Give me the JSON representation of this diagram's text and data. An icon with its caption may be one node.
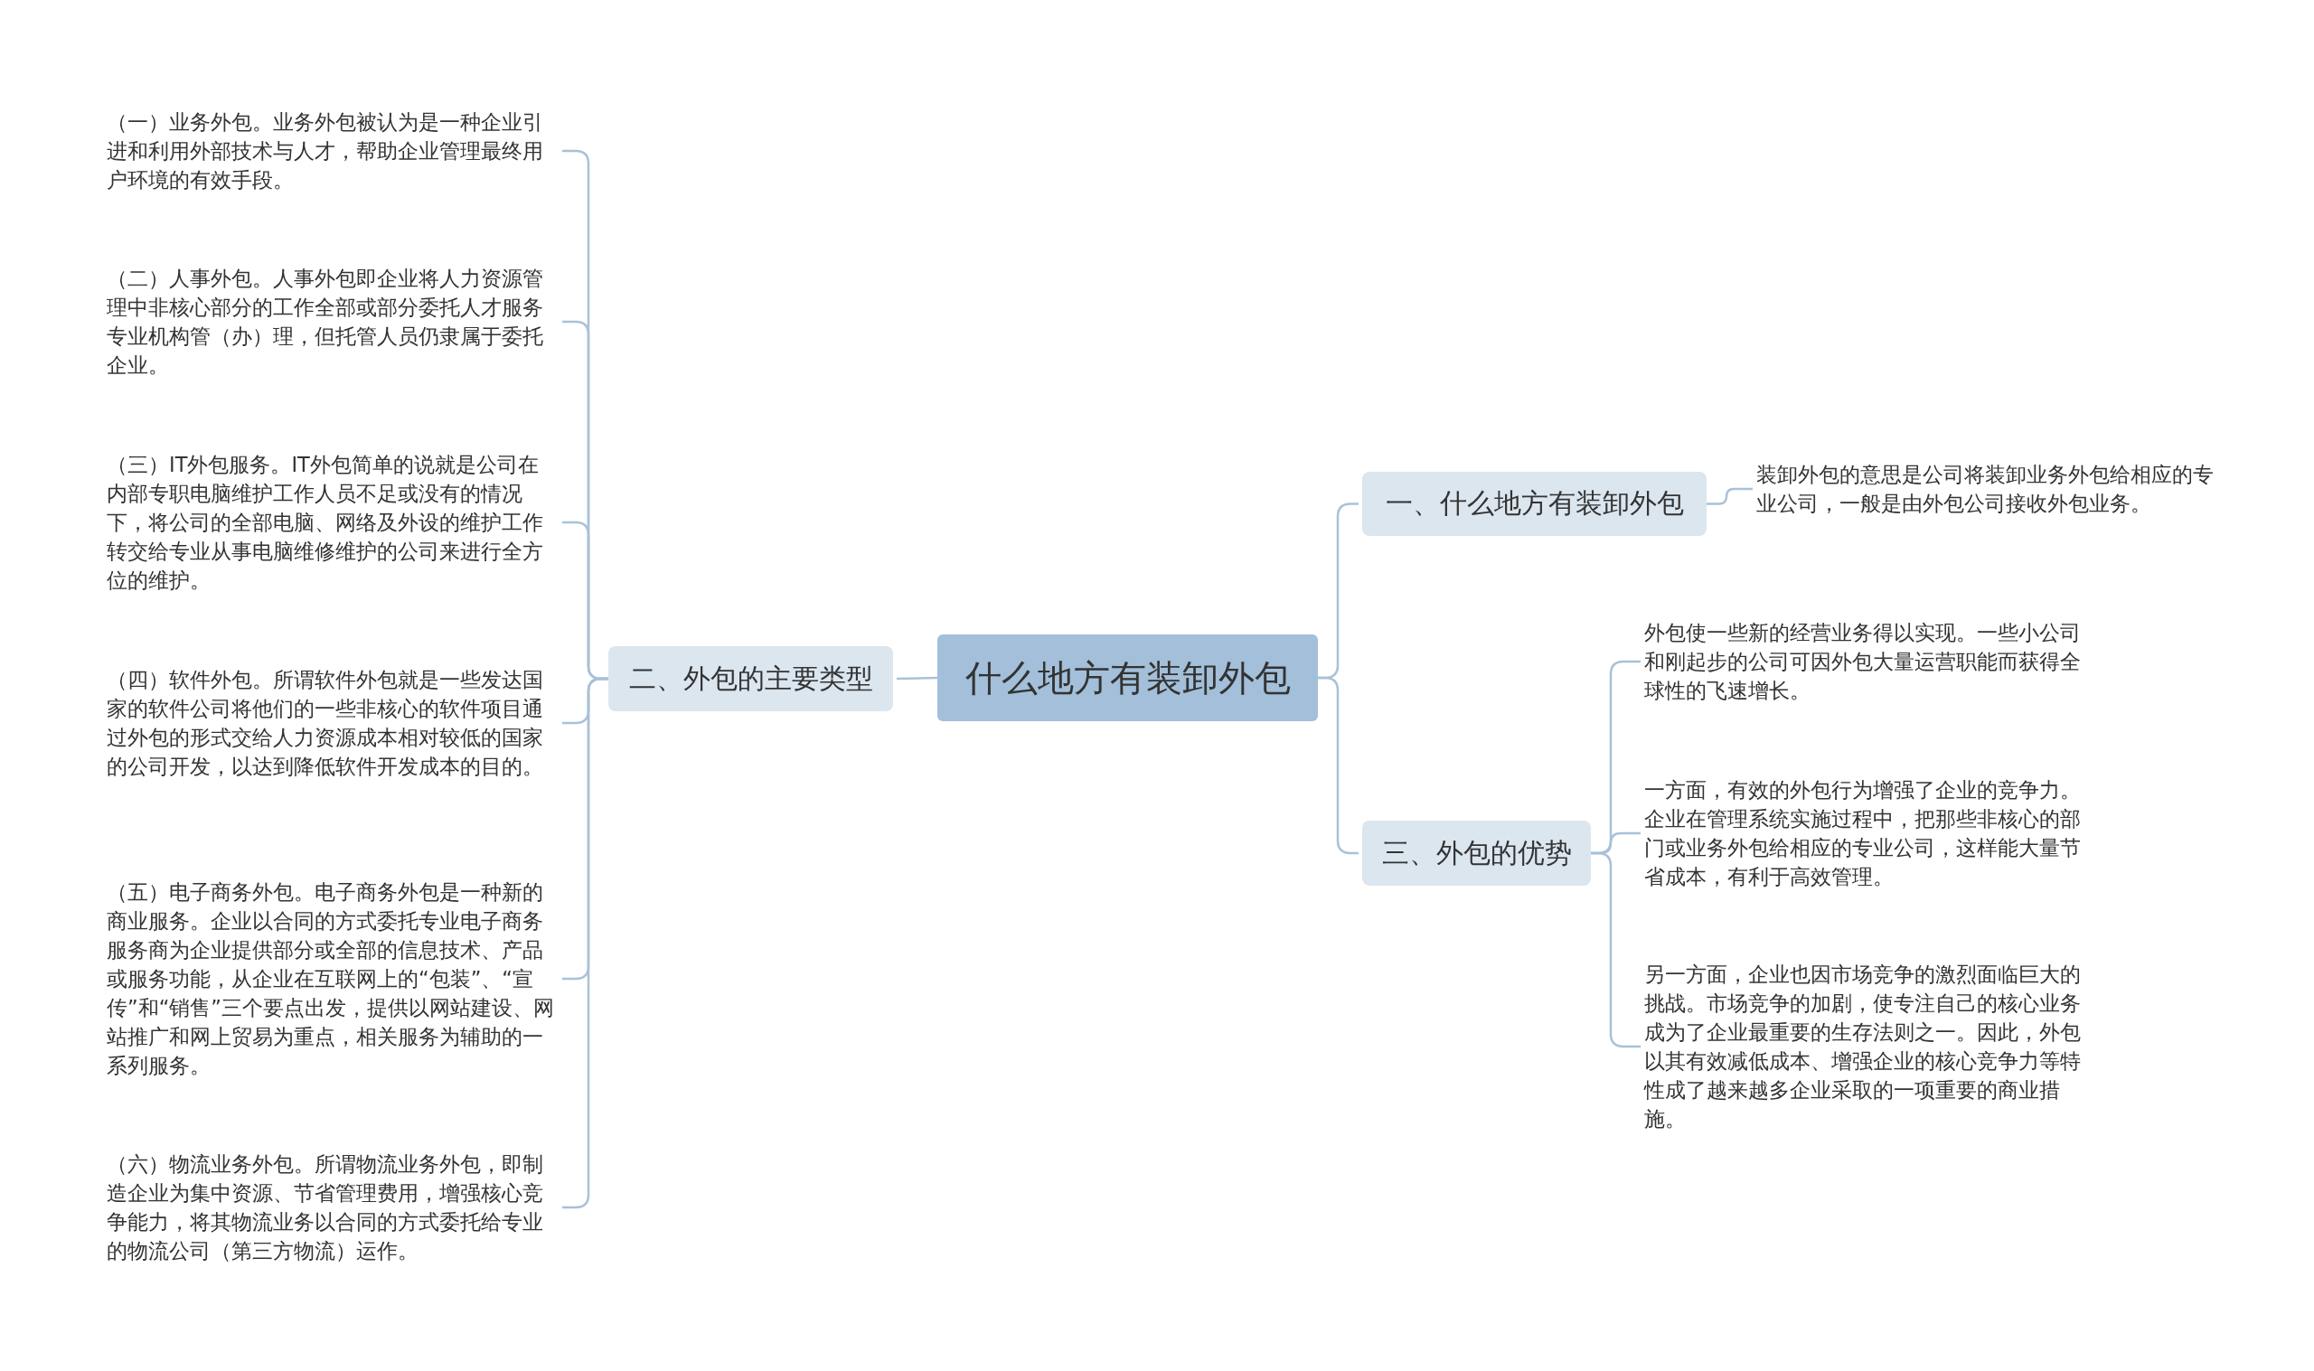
{
  "diagram": {
    "nodes": [
      {
        "text": [
          "什么地方有装卸外包"
        ]
      },
      {
        "text": [
          "二、外包的主要类型"
        ]
      },
      {
        "text": [
          "（一）业务外包。业务外包被认为是一种企业引进和利用外部技术与人才，帮助企业管理最终用户环境的有效手段。"
        ]
      },
      {
        "text": [
          "（二）人事外包。人事外包即企业将人力资源管理中非核心部分的工作全部或部分委托人才服务专业机构管（办）理，但托管人员仍隶属于委托企业。"
        ]
      },
      {
        "text": [
          "（三）IT外包服务。IT外包简单的说就是公司在内部专职电脑维护工作人员不足或没有的情况下，将公司的全部电脑、网络及外设的维护工作转交给专业从事电脑维修维护的公司来进行全方位的维护。"
        ]
      },
      {
        "text": [
          "（四）软件外包。所谓软件外包就是一些发达国家的软件公司将他们的一些非核心的软件项目通过外包的形式交给人力资源成本相对较低的国家的公司开发，以达到降低软件开发成本的目的。"
        ]
      },
      {
        "text": [
          "（五）电子商务外包。电子商务外包是一种新的商业服务。企业以合同的方式委托专业电子商务服务商为企业提供部分或全部的信息技术、产品或服务功能，从企业在互联网上的“包装”、“宣传”和“销售”三个要点出发，提供以网站建设、网站推广和网上贸易为重点，相关服务为辅助的一系列服务。"
        ]
      },
      {
        "text": [
          "（六）物流业务外包。所谓物流业务外包，即制造企业为集中资源、节省管理费用，增强核心竞争能力，将其物流业务以合同的方式委托给专业的物流公司（第三方物流）运作。"
        ]
      },
      {
        "text": [
          "一、什么地方有装卸外包"
        ]
      },
      {
        "text": [
          "装卸外包的意思是公司将装卸业务外包给相应的专业公司，一般是由外包公司接收外包业务。"
        ]
      },
      {
        "text": [
          "三、外包的优势"
        ]
      },
      {
        "text": [
          "外包使一些新的经营业务得以实现。一些小公司和刚起步的公司可因外包大量运营职能而获得全球性的飞速增长。"
        ]
      },
      {
        "text": [
          "一方面，有效的外包行为增强了企业的竞争力。企业在管理系统实施过程中，把那些非核心的部门或业务外包给相应的专业公司，这样能大量节省成本，有利于高效管理。"
        ]
      },
      {
        "text": [
          "另一方面，企业也因市场竞争的激烈面临巨大的挑战。市场竞争的加剧，使专注自己的核心业务成为了企业最重要的生存法则之一。因此，外包以其有效减低成本、增强企业的核心竞争力等特性成了越来越多企业采取的一项重要的商业措施。"
        ]
      }
    ],
    "edges": [
      {
        "from": 0,
        "to": 1,
        "arrow": "none"
      },
      {
        "from": 1,
        "to": 2,
        "arrow": "none"
      },
      {
        "from": 1,
        "to": 3,
        "arrow": "none"
      },
      {
        "from": 1,
        "to": 4,
        "arrow": "none"
      },
      {
        "from": 1,
        "to": 5,
        "arrow": "none"
      },
      {
        "from": 1,
        "to": 6,
        "arrow": "none"
      },
      {
        "from": 1,
        "to": 7,
        "arrow": "none"
      },
      {
        "from": 0,
        "to": 8,
        "arrow": "none"
      },
      {
        "from": 8,
        "to": 9,
        "arrow": "none"
      },
      {
        "from": 0,
        "to": 10,
        "arrow": "none"
      },
      {
        "from": 10,
        "to": 11,
        "arrow": "none"
      },
      {
        "from": 10,
        "to": 12,
        "arrow": "none"
      },
      {
        "from": 10,
        "to": 13,
        "arrow": "none"
      }
    ]
  }
}
